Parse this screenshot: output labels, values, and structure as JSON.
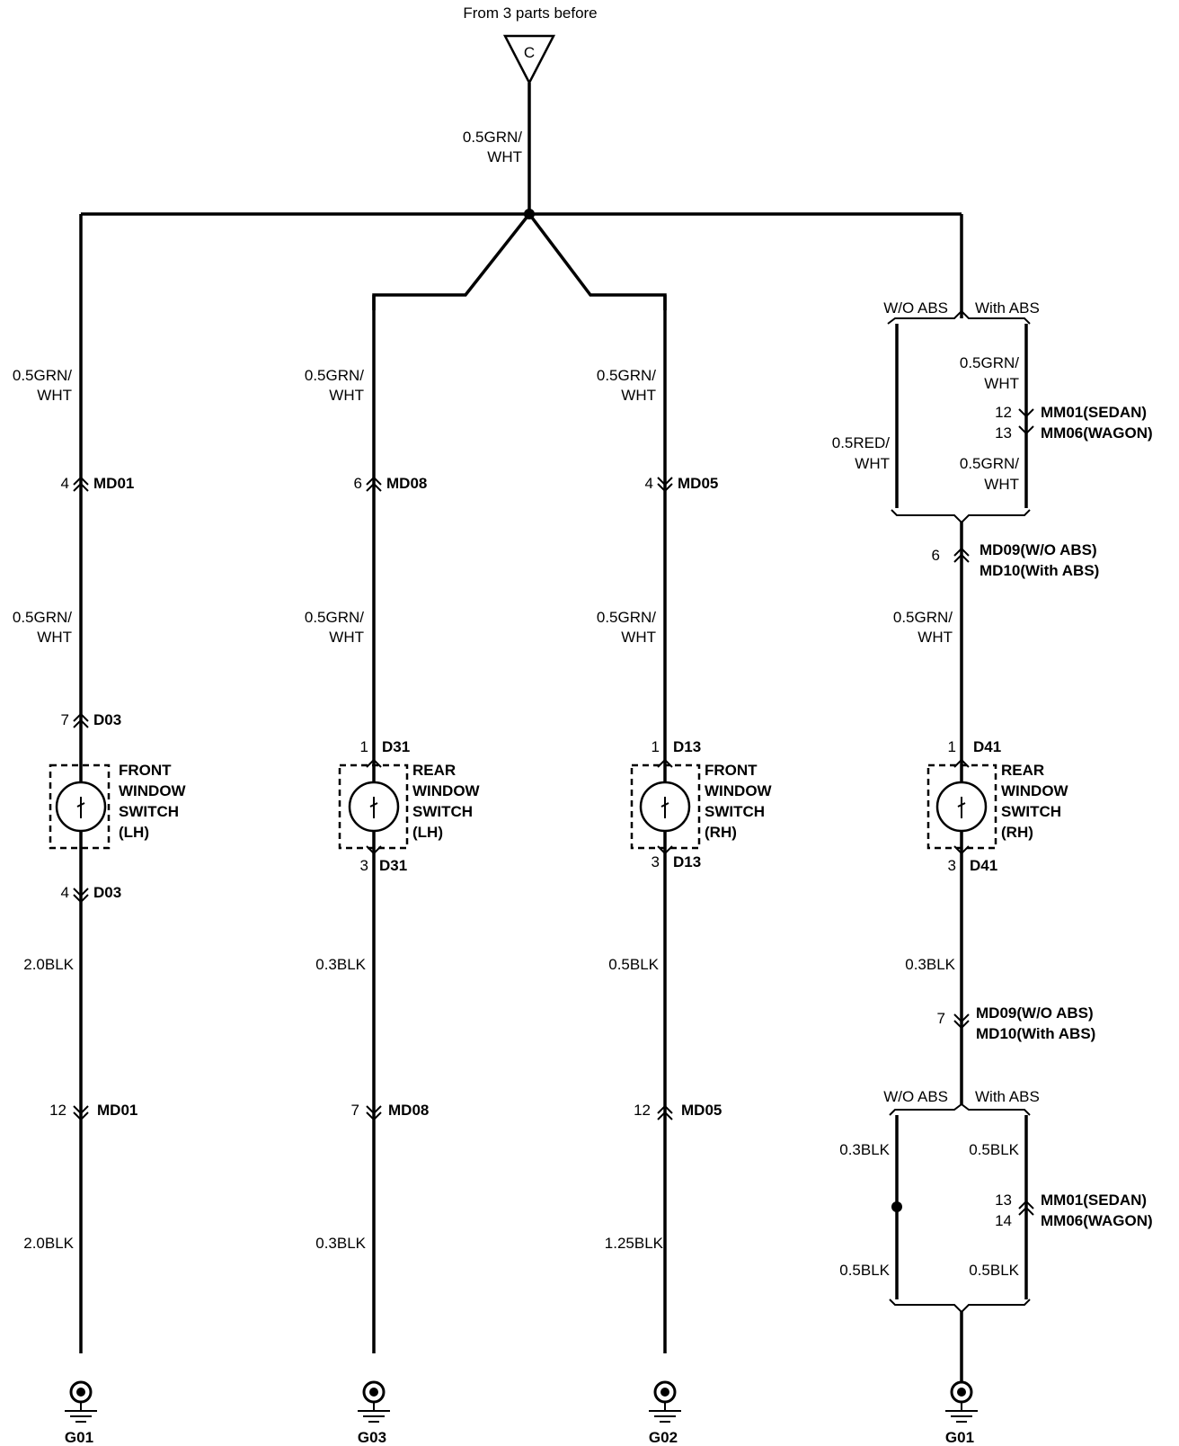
{
  "header": {
    "source_note": "From 3 parts before",
    "connector_letter": "C"
  },
  "trunk": {
    "wire": [
      "0.5GRN/",
      "WHT"
    ]
  },
  "branch_lh_front": {
    "wire_top": [
      "0.5GRN/",
      "WHT"
    ],
    "conn1": {
      "pin": "4",
      "name": "MD01"
    },
    "wire_mid": [
      "0.5GRN/",
      "WHT"
    ],
    "conn2": {
      "pin": "7",
      "name": "D03"
    },
    "switch": [
      "FRONT",
      "WINDOW",
      "SWITCH",
      "(LH)"
    ],
    "conn3": {
      "pin": "4",
      "name": "D03"
    },
    "wire_low": "2.0BLK",
    "conn4": {
      "pin": "12",
      "name": "MD01"
    },
    "wire_bottom": "2.0BLK",
    "ground": "G01"
  },
  "branch_lh_rear": {
    "wire_top": [
      "0.5GRN/",
      "WHT"
    ],
    "conn1": {
      "pin": "6",
      "name": "MD08"
    },
    "wire_mid": [
      "0.5GRN/",
      "WHT"
    ],
    "conn2": {
      "pin": "1",
      "name": "D31"
    },
    "switch": [
      "REAR",
      "WINDOW",
      "SWITCH",
      "(LH)"
    ],
    "conn3": {
      "pin": "3",
      "name": "D31"
    },
    "wire_low": "0.3BLK",
    "conn4": {
      "pin": "7",
      "name": "MD08"
    },
    "wire_bottom": "0.3BLK",
    "ground": "G03"
  },
  "branch_rh_front": {
    "wire_top": [
      "0.5GRN/",
      "WHT"
    ],
    "conn1": {
      "pin": "4",
      "name": "MD05"
    },
    "wire_mid": [
      "0.5GRN/",
      "WHT"
    ],
    "conn2": {
      "pin": "1",
      "name": "D13"
    },
    "switch": [
      "FRONT",
      "WINDOW",
      "SWITCH",
      "(RH)"
    ],
    "conn3": {
      "pin": "3",
      "name": "D13"
    },
    "wire_low": "0.5BLK",
    "conn4": {
      "pin": "12",
      "name": "MD05"
    },
    "wire_bottom": "1.25BLK",
    "ground": "G02"
  },
  "branch_rh_rear": {
    "split_top": {
      "left": "W/O ABS",
      "right": "With ABS"
    },
    "wo_abs_wire": [
      "0.5RED/",
      "WHT"
    ],
    "abs_wire_a": [
      "0.5GRN/",
      "WHT"
    ],
    "abs_conn": {
      "pin_a": "12",
      "pin_b": "13",
      "name_a": "MM01",
      "note_a": "(SEDAN)",
      "name_b": "MM06",
      "note_b": "(WAGON)"
    },
    "abs_wire_b": [
      "0.5GRN/",
      "WHT"
    ],
    "conn1": {
      "pin": "6",
      "name_a": "MD09",
      "note_a": "(W/O ABS)",
      "name_b": "MD10",
      "note_b": "(With ABS)"
    },
    "wire_mid": [
      "0.5GRN/",
      "WHT"
    ],
    "conn2": {
      "pin": "1",
      "name": "D41"
    },
    "switch": [
      "REAR",
      "WINDOW",
      "SWITCH",
      "(RH)"
    ],
    "conn3": {
      "pin": "3",
      "name": "D41"
    },
    "wire_low": "0.3BLK",
    "conn4": {
      "pin": "7",
      "name_a": "MD09",
      "note_a": "(W/O ABS)",
      "name_b": "MD10",
      "note_b": "(With ABS)"
    },
    "split_bottom": {
      "left": "W/O ABS",
      "right": "With ABS"
    },
    "wo_wire_a": "0.3BLK",
    "wo_wire_b": "0.5BLK",
    "abs_wire_c": "0.5BLK",
    "abs_conn2": {
      "pin_a": "13",
      "pin_b": "14",
      "name_a": "MM01",
      "note_a": "(SEDAN)",
      "name_b": "MM06",
      "note_b": "(WAGON)"
    },
    "abs_wire_d": "0.5BLK",
    "ground": "G01"
  }
}
